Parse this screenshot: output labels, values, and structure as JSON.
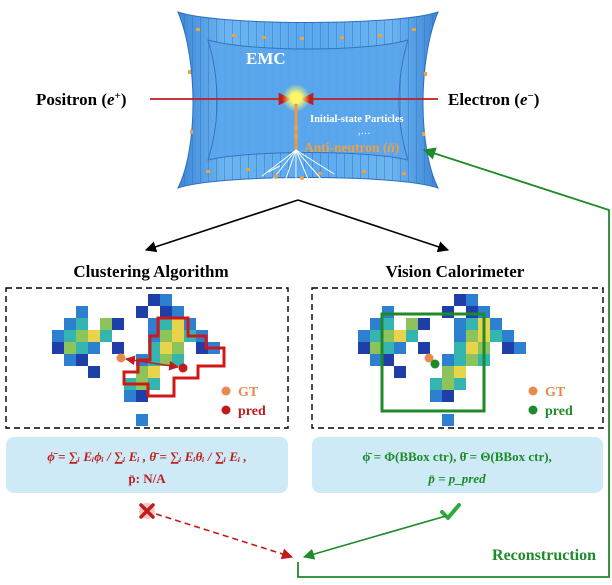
{
  "detector": {
    "label": "EMC",
    "left_beam": {
      "name": "Positron",
      "symbol": "e",
      "sup": "+"
    },
    "right_beam": {
      "name": "Electron",
      "symbol": "e",
      "sup": "−"
    },
    "initial_state": "Initial-state Particles",
    "ellipsis": ",…",
    "antineutron": {
      "text": "Anti-neutron (",
      "symbol": "n̄",
      "close": ")"
    }
  },
  "panels": {
    "left": {
      "title": "Clustering Algorithm",
      "legend": [
        {
          "label": "GT",
          "color": "#e88a4c"
        },
        {
          "label": "pred",
          "color": "#c01c1c"
        }
      ],
      "formula_line1": "ϕ̄ = ∑ᵢ Eᵢϕᵢ / ∑ᵢ Eᵢ , θ̄ = ∑ᵢ Eᵢθᵢ / ∑ᵢ Eᵢ ,",
      "formula_line2": "p̄: N/A",
      "formula_color": "#c01c1c",
      "verdict_icon": "cross-icon"
    },
    "right": {
      "title": "Vision Calorimeter",
      "legend": [
        {
          "label": "GT",
          "color": "#e88a4c"
        },
        {
          "label": "pred",
          "color": "#1e8a2a"
        }
      ],
      "formula_line1": "ϕ̄ = Φ(BBox ctr), θ̄ = Θ(BBox ctr),",
      "formula_line2": "p̄ = p_pred",
      "formula_color": "#1e8a2a",
      "verdict_icon": "check-icon"
    }
  },
  "reconstruction": {
    "label": "Reconstruction",
    "color": "#1e8a2a"
  },
  "colors": {
    "detector_blue": "#4a9be6",
    "cell_dark": "#1f3fa8",
    "cell_mid": "#2d7fd0",
    "cell_teal": "#35b5b0",
    "cell_green": "#8cc35a",
    "cell_yellow": "#e7d44a",
    "formula_box": "#cdeaf6",
    "red": "#c01c1c",
    "green": "#1e8a2a"
  }
}
